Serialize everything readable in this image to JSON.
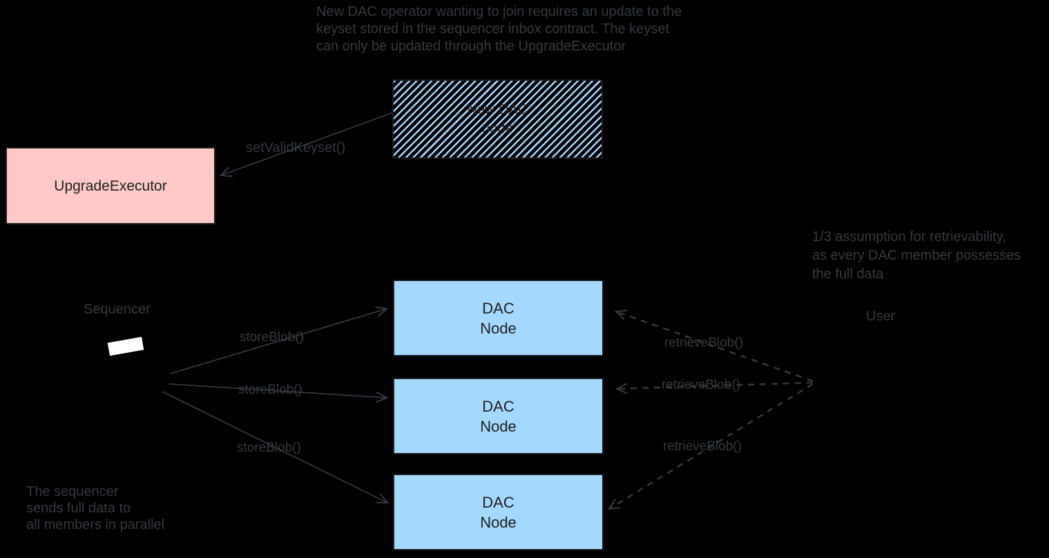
{
  "colors": {
    "background": "#000000",
    "stroke": "#343a40",
    "shape_text": "#1e1e1e",
    "pink_fill": "#ffc9c9",
    "blue_fill": "#a5d8ff",
    "sequencer_shape": "#ffffff"
  },
  "notes": {
    "top": "New DAC operator wanting to join requires an update to the\nkeyset stored in the sequencer inbox contract. The keyset\ncan only be updated through the UpgradeExecutor",
    "right": "1/3 assumption for retrievability,\nas every DAC member possesses\nthe full data",
    "bottom_left": "The sequencer\nsends full data to\nall members in parallel"
  },
  "boxes": {
    "new_dac_node": {
      "label": "New DAC\nnode"
    },
    "upgrade_executor": {
      "label": "UpgradeExecutor"
    },
    "dac_nodes": [
      {
        "label": "DAC\nNode"
      },
      {
        "label": "DAC\nNode"
      },
      {
        "label": "DAC\nNode"
      }
    ]
  },
  "labels": {
    "sequencer": "Sequencer",
    "user": "User",
    "set_valid_keyset": "setValidKeyset()",
    "store_blob": [
      "storeBlob()",
      "storeBlob()",
      "storeBlob()"
    ],
    "retrieve_blob": [
      "retrieveBlob()",
      "retrieveBlob()",
      "retrieveBlob()"
    ]
  }
}
